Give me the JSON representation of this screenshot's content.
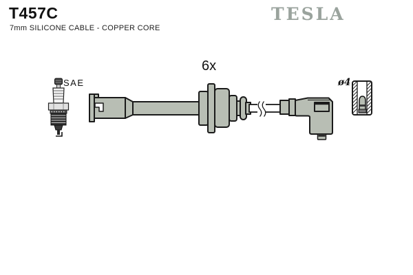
{
  "header": {
    "part_number": "T457C",
    "subtitle": "7mm SILICONE CABLE - COPPER CORE",
    "brand": "TESLA"
  },
  "labels": {
    "quantity": "6x",
    "plug_standard": "SAE",
    "terminal_diameter": "ø4"
  },
  "colors": {
    "background": "#ffffff",
    "brand_gray": "#9aa39d",
    "part_fill": "#b8beb4",
    "outline": "#1a1a1a",
    "text": "#111111"
  },
  "icons": {
    "spark_plug": "spark-plug-icon",
    "plug_boot": "spark-plug-boot-drawing",
    "cable_break": "cable-break-icon",
    "distributor_boot": "distributor-boot-drawing",
    "terminal_cross_section": "terminal-cross-section-icon"
  }
}
